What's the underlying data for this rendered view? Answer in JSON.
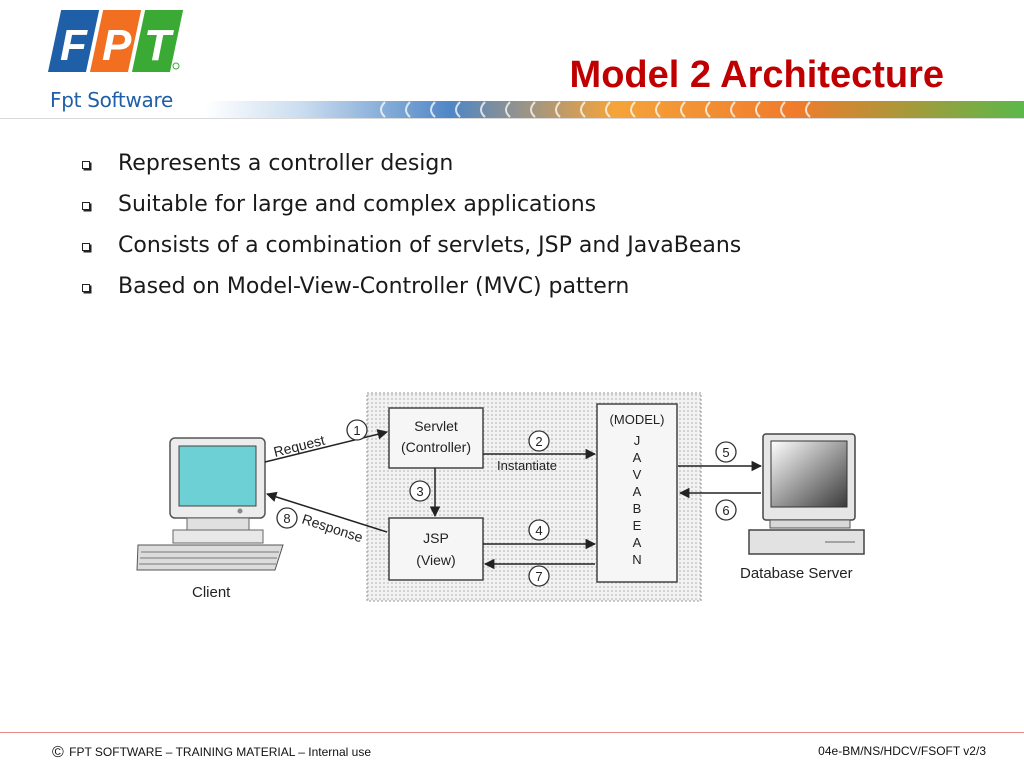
{
  "header": {
    "logo_letters": [
      "F",
      "P",
      "T"
    ],
    "logo_word": "Fpt Software",
    "title": "Model 2 Architecture"
  },
  "bullets": [
    "Represents a controller design",
    "Suitable for large and complex applications",
    "Consists of a combination of servlets, JSP and JavaBeans",
    "Based on Model-View-Controller (MVC) pattern"
  ],
  "diagram": {
    "client_label": "Client",
    "db_label": "Database Server",
    "servlet_line1": "Servlet",
    "servlet_line2": "(Controller)",
    "jsp_line1": "JSP",
    "jsp_line2": "(View)",
    "model_label": "(MODEL)",
    "javabean_letters": [
      "J",
      "A",
      "V",
      "A",
      "B",
      "E",
      "A",
      "N"
    ],
    "request_label": "Request",
    "response_label": "Response",
    "instantiate_label": "Instantiate",
    "step_numbers": [
      "1",
      "2",
      "3",
      "4",
      "5",
      "6",
      "7",
      "8"
    ]
  },
  "footer": {
    "copyright_symbol": "©",
    "left_text": "FPT SOFTWARE – TRAINING MATERIAL – Internal use",
    "right_text": "04e-BM/NS/HDCV/FSOFT v2/3"
  },
  "colors": {
    "title": "#c00000",
    "logo_f": "#1f5fa8",
    "logo_p": "#f26f21",
    "logo_t": "#3aaa35",
    "monitor_screen": "#6dd0d4"
  }
}
